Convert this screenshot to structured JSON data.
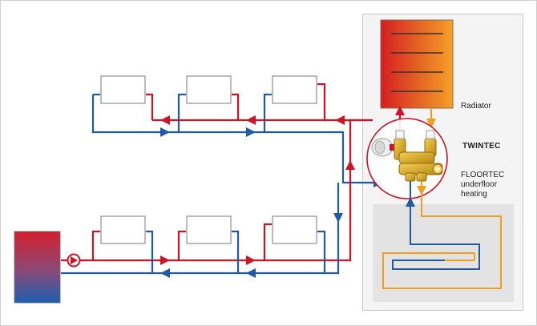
{
  "labels": {
    "radiator": "Radiator",
    "twintec": "TWINTEC",
    "floortec_line1": "FLOORTEC",
    "floortec_line2": "underfloor",
    "floortec_line3": "heating"
  },
  "colors": {
    "supply": "#cc1426",
    "return": "#1f5aa6",
    "underfloor": "#f0a020",
    "panel_bg": "#f2f2f2",
    "floor_area": "#e6e6e6",
    "radiator_border": "#777777",
    "valve_brass": "#d8a21e"
  },
  "icons": {
    "pump": "pump-icon",
    "valve": "twintec-valve-icon",
    "boiler": "boiler-tank-icon"
  }
}
